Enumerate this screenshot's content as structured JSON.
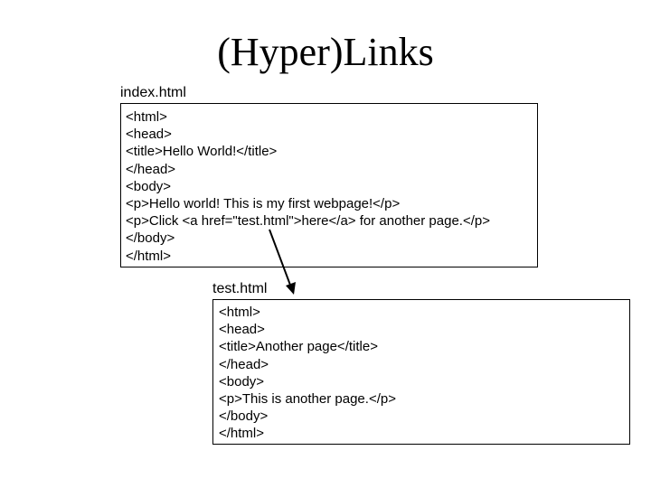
{
  "slide": {
    "title": "(Hyper)Links"
  },
  "index_file": {
    "label": "index.html",
    "lines": [
      "<html>",
      "<head>",
      "<title>Hello World!</title>",
      "</head>",
      "<body>",
      "<p>Hello world! This is my first webpage!</p>",
      "<p>Click <a href=\"test.html\">here</a> for another page.</p>",
      "</body>",
      "</html>"
    ]
  },
  "test_file": {
    "label": "test.html",
    "lines": [
      "<html>",
      "<head>",
      "<title>Another page</title>",
      "</head>",
      "<body>",
      "<p>This is another page.</p>",
      "</body>",
      "</html>"
    ]
  }
}
